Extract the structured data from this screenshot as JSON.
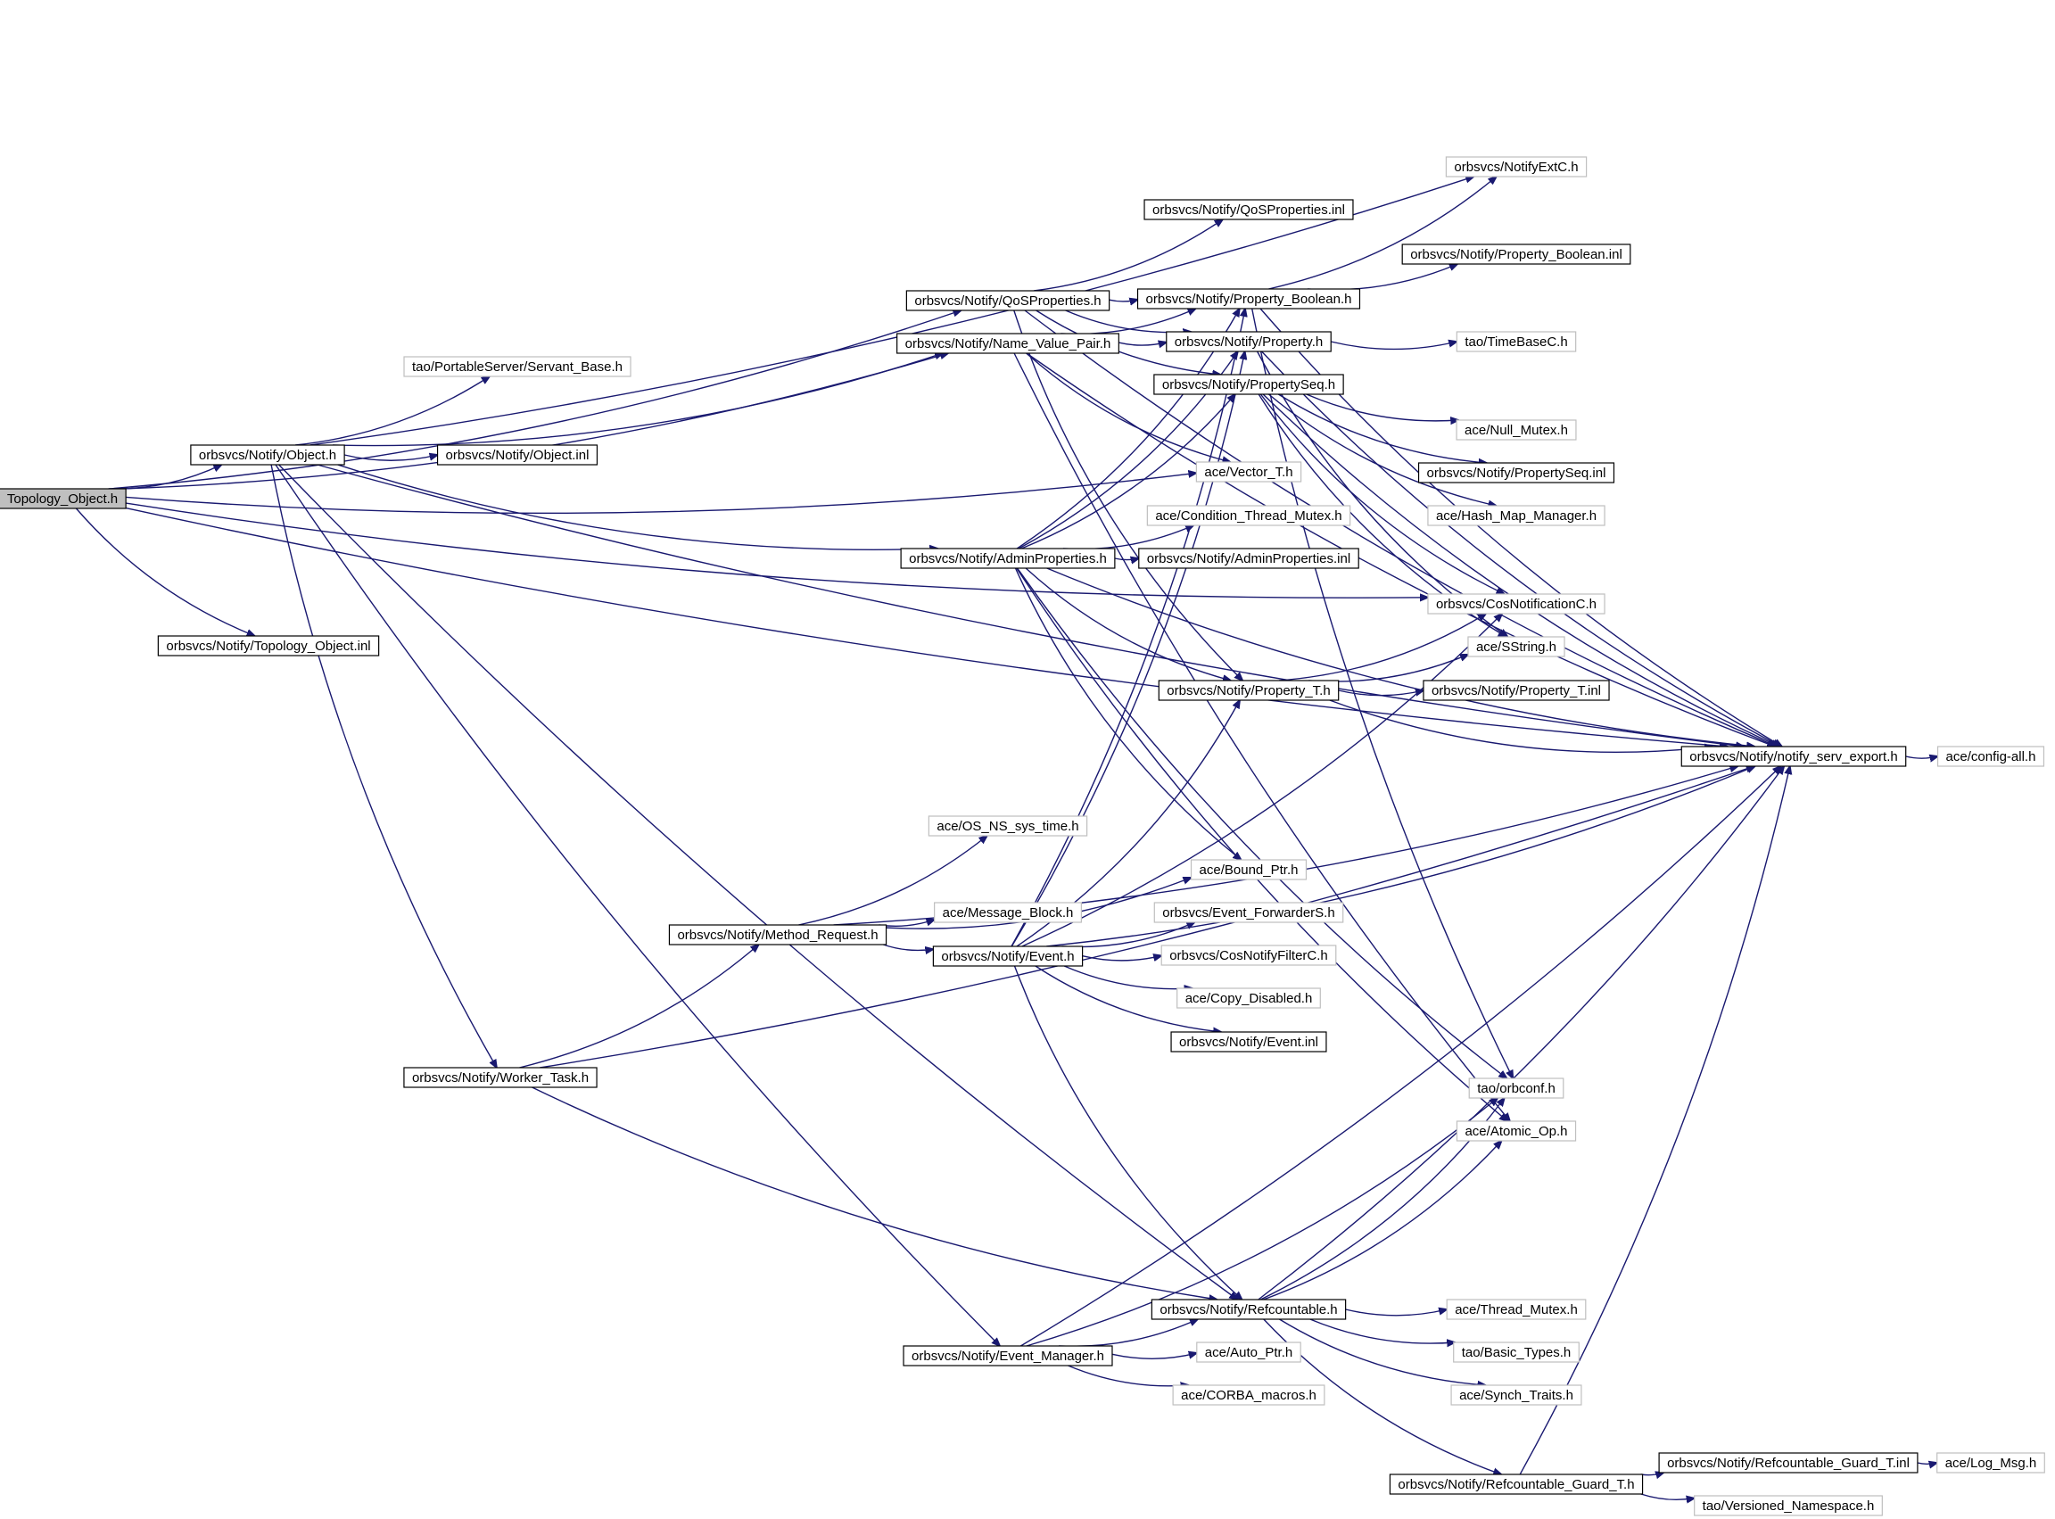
{
  "colors": {
    "edge": "#191970",
    "root_fill": "#bfbfbf",
    "documented_border": "#000000",
    "undocumented_border": "#bfbfbf",
    "background": "#ffffff"
  },
  "nodes": [
    {
      "id": "topo",
      "label": "Topology_Object.h",
      "style": "root"
    },
    {
      "id": "topoinl",
      "label": "orbsvcs/Notify/Topology_Object.inl",
      "style": "documented"
    },
    {
      "id": "object",
      "label": "orbsvcs/Notify/Object.h",
      "style": "documented"
    },
    {
      "id": "objinl",
      "label": "orbsvcs/Notify/Object.inl",
      "style": "documented"
    },
    {
      "id": "servant",
      "label": "tao/PortableServer/Servant_Base.h",
      "style": "external"
    },
    {
      "id": "qos",
      "label": "orbsvcs/Notify/QoSProperties.h",
      "style": "documented"
    },
    {
      "id": "nvp",
      "label": "orbsvcs/Notify/Name_Value_Pair.h",
      "style": "documented"
    },
    {
      "id": "admin",
      "label": "orbsvcs/Notify/AdminProperties.h",
      "style": "documented"
    },
    {
      "id": "worker",
      "label": "orbsvcs/Notify/Worker_Task.h",
      "style": "documented"
    },
    {
      "id": "method",
      "label": "orbsvcs/Notify/Method_Request.h",
      "style": "documented"
    },
    {
      "id": "evmgr",
      "label": "orbsvcs/Notify/Event_Manager.h",
      "style": "documented"
    },
    {
      "id": "event",
      "label": "orbsvcs/Notify/Event.h",
      "style": "documented"
    },
    {
      "id": "refc",
      "label": "orbsvcs/Notify/Refcountable.h",
      "style": "documented"
    },
    {
      "id": "rguard",
      "label": "orbsvcs/Notify/Refcountable_Guard_T.h",
      "style": "documented"
    },
    {
      "id": "rguardinl",
      "label": "orbsvcs/Notify/Refcountable_Guard_T.inl",
      "style": "documented"
    },
    {
      "id": "logmsg",
      "label": "ace/Log_Msg.h",
      "style": "external"
    },
    {
      "id": "versioned",
      "label": "tao/Versioned_Namespace.h",
      "style": "external"
    },
    {
      "id": "export",
      "label": "orbsvcs/Notify/notify_serv_export.h",
      "style": "documented"
    },
    {
      "id": "configall",
      "label": "ace/config-all.h",
      "style": "external"
    },
    {
      "id": "notifyext",
      "label": "orbsvcs/NotifyExtC.h",
      "style": "external"
    },
    {
      "id": "qosinl",
      "label": "orbsvcs/Notify/QoSProperties.inl",
      "style": "documented"
    },
    {
      "id": "pbool",
      "label": "orbsvcs/Notify/Property_Boolean.h",
      "style": "documented"
    },
    {
      "id": "pboolinl",
      "label": "orbsvcs/Notify/Property_Boolean.inl",
      "style": "documented"
    },
    {
      "id": "prop",
      "label": "orbsvcs/Notify/Property.h",
      "style": "documented"
    },
    {
      "id": "timebase",
      "label": "tao/TimeBaseC.h",
      "style": "external"
    },
    {
      "id": "propseq",
      "label": "orbsvcs/Notify/PropertySeq.h",
      "style": "documented"
    },
    {
      "id": "nullmutex",
      "label": "ace/Null_Mutex.h",
      "style": "external"
    },
    {
      "id": "propseqinl",
      "label": "orbsvcs/Notify/PropertySeq.inl",
      "style": "documented"
    },
    {
      "id": "vector",
      "label": "ace/Vector_T.h",
      "style": "external"
    },
    {
      "id": "hashmap",
      "label": "ace/Hash_Map_Manager.h",
      "style": "external"
    },
    {
      "id": "condmutex",
      "label": "ace/Condition_Thread_Mutex.h",
      "style": "external"
    },
    {
      "id": "admininl",
      "label": "orbsvcs/Notify/AdminProperties.inl",
      "style": "documented"
    },
    {
      "id": "cosnotif",
      "label": "orbsvcs/CosNotificationC.h",
      "style": "external"
    },
    {
      "id": "sstring",
      "label": "ace/SString.h",
      "style": "external"
    },
    {
      "id": "propt",
      "label": "orbsvcs/Notify/Property_T.h",
      "style": "documented"
    },
    {
      "id": "proptinl",
      "label": "orbsvcs/Notify/Property_T.inl",
      "style": "documented"
    },
    {
      "id": "ossys",
      "label": "ace/OS_NS_sys_time.h",
      "style": "external"
    },
    {
      "id": "boundptr",
      "label": "ace/Bound_Ptr.h",
      "style": "external"
    },
    {
      "id": "msgblock",
      "label": "ace/Message_Block.h",
      "style": "external"
    },
    {
      "id": "evfwd",
      "label": "orbsvcs/Event_ForwarderS.h",
      "style": "external"
    },
    {
      "id": "cosfilter",
      "label": "orbsvcs/CosNotifyFilterC.h",
      "style": "external"
    },
    {
      "id": "copydis",
      "label": "ace/Copy_Disabled.h",
      "style": "external"
    },
    {
      "id": "eventinl",
      "label": "orbsvcs/Notify/Event.inl",
      "style": "documented"
    },
    {
      "id": "orbconf",
      "label": "tao/orbconf.h",
      "style": "external"
    },
    {
      "id": "atomic",
      "label": "ace/Atomic_Op.h",
      "style": "external"
    },
    {
      "id": "threadmutex",
      "label": "ace/Thread_Mutex.h",
      "style": "external"
    },
    {
      "id": "autoptr",
      "label": "ace/Auto_Ptr.h",
      "style": "external"
    },
    {
      "id": "basictypes",
      "label": "tao/Basic_Types.h",
      "style": "external"
    },
    {
      "id": "corbamacros",
      "label": "ace/CORBA_macros.h",
      "style": "external"
    },
    {
      "id": "synch",
      "label": "ace/Synch_Traits.h",
      "style": "external"
    }
  ],
  "edges": [
    [
      "topo",
      "object"
    ],
    [
      "topo",
      "topoinl"
    ],
    [
      "topo",
      "qos"
    ],
    [
      "topo",
      "nvp"
    ],
    [
      "topo",
      "vector"
    ],
    [
      "topo",
      "cosnotif"
    ],
    [
      "topo",
      "export"
    ],
    [
      "object",
      "objinl"
    ],
    [
      "object",
      "servant"
    ],
    [
      "object",
      "nvp"
    ],
    [
      "object",
      "admin"
    ],
    [
      "object",
      "worker"
    ],
    [
      "object",
      "evmgr"
    ],
    [
      "object",
      "refc"
    ],
    [
      "object",
      "notifyext"
    ],
    [
      "object",
      "export"
    ],
    [
      "qos",
      "qosinl"
    ],
    [
      "qos",
      "pbool"
    ],
    [
      "qos",
      "prop"
    ],
    [
      "qos",
      "propseq"
    ],
    [
      "qos",
      "propt"
    ],
    [
      "qos",
      "export"
    ],
    [
      "nvp",
      "prop"
    ],
    [
      "nvp",
      "pbool"
    ],
    [
      "nvp",
      "vector"
    ],
    [
      "nvp",
      "atomic"
    ],
    [
      "nvp",
      "export"
    ],
    [
      "admin",
      "admininl"
    ],
    [
      "admin",
      "condmutex"
    ],
    [
      "admin",
      "propt"
    ],
    [
      "admin",
      "pbool"
    ],
    [
      "admin",
      "prop"
    ],
    [
      "admin",
      "propseq"
    ],
    [
      "admin",
      "boundptr"
    ],
    [
      "admin",
      "atomic"
    ],
    [
      "admin",
      "orbconf"
    ],
    [
      "admin",
      "export"
    ],
    [
      "worker",
      "method"
    ],
    [
      "worker",
      "refc"
    ],
    [
      "worker",
      "export"
    ],
    [
      "method",
      "ossys"
    ],
    [
      "method",
      "msgblock"
    ],
    [
      "method",
      "event"
    ],
    [
      "method",
      "boundptr"
    ],
    [
      "method",
      "export"
    ],
    [
      "event",
      "evfwd"
    ],
    [
      "event",
      "cosfilter"
    ],
    [
      "event",
      "copydis"
    ],
    [
      "event",
      "eventinl"
    ],
    [
      "event",
      "propt"
    ],
    [
      "event",
      "pbool"
    ],
    [
      "event",
      "prop"
    ],
    [
      "event",
      "cosnotif"
    ],
    [
      "event",
      "refc"
    ],
    [
      "event",
      "export"
    ],
    [
      "evmgr",
      "refc"
    ],
    [
      "evmgr",
      "autoptr"
    ],
    [
      "evmgr",
      "corbamacros"
    ],
    [
      "evmgr",
      "orbconf"
    ],
    [
      "evmgr",
      "export"
    ],
    [
      "refc",
      "threadmutex"
    ],
    [
      "refc",
      "basictypes"
    ],
    [
      "refc",
      "synch"
    ],
    [
      "refc",
      "rguard"
    ],
    [
      "refc",
      "orbconf"
    ],
    [
      "refc",
      "atomic"
    ],
    [
      "refc",
      "export"
    ],
    [
      "rguard",
      "rguardinl"
    ],
    [
      "rguard",
      "versioned"
    ],
    [
      "rguard",
      "export"
    ],
    [
      "rguardinl",
      "logmsg"
    ],
    [
      "pbool",
      "pboolinl"
    ],
    [
      "pbool",
      "notifyext"
    ],
    [
      "pbool",
      "export"
    ],
    [
      "pbool",
      "orbconf"
    ],
    [
      "prop",
      "timebase"
    ],
    [
      "prop",
      "export"
    ],
    [
      "prop",
      "sstring"
    ],
    [
      "propseq",
      "nullmutex"
    ],
    [
      "propseq",
      "propseqinl"
    ],
    [
      "propseq",
      "hashmap"
    ],
    [
      "propseq",
      "cosnotif"
    ],
    [
      "propseq",
      "sstring"
    ],
    [
      "propseq",
      "export"
    ],
    [
      "propt",
      "proptinl"
    ],
    [
      "propt",
      "sstring"
    ],
    [
      "propt",
      "cosnotif"
    ],
    [
      "propt",
      "export"
    ],
    [
      "export",
      "configall"
    ]
  ]
}
